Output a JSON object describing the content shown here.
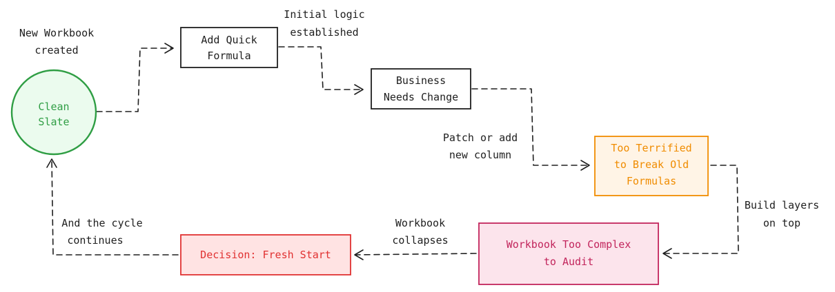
{
  "nodes": {
    "start": {
      "lines": [
        "Clean",
        "Slate"
      ],
      "color": "#2f9e44",
      "fill": "#ebfbee"
    },
    "formula": {
      "lines": [
        "Add Quick",
        "Formula"
      ],
      "color": "#1e1e1e",
      "fill": "#ffffff"
    },
    "change": {
      "lines": [
        "Business",
        "Needs Change"
      ],
      "color": "#1e1e1e",
      "fill": "#ffffff"
    },
    "fear": {
      "lines": [
        "Too Terrified",
        "to Break Old",
        "Formulas"
      ],
      "color": "#f08c00",
      "fill": "#fff4e6"
    },
    "complex": {
      "lines": [
        "Workbook Too Complex",
        "to Audit"
      ],
      "color": "#c2255c",
      "fill": "#fce4ec"
    },
    "fresh": {
      "lines": [
        "Decision: Fresh Start"
      ],
      "color": "#e03131",
      "fill": "#ffe3e3"
    }
  },
  "edge_labels": {
    "new_workbook": [
      "New Workbook",
      "created"
    ],
    "initial_logic": [
      "Initial logic",
      "established"
    ],
    "patch": [
      "Patch or add",
      "new column"
    ],
    "build_layers": [
      "Build layers",
      "on top"
    ],
    "collapses": [
      "Workbook",
      "collapses"
    ],
    "cycle": [
      "And the cycle",
      "continues"
    ]
  },
  "colors": {
    "stroke": "#1e1e1e",
    "background": "#ffffff"
  }
}
